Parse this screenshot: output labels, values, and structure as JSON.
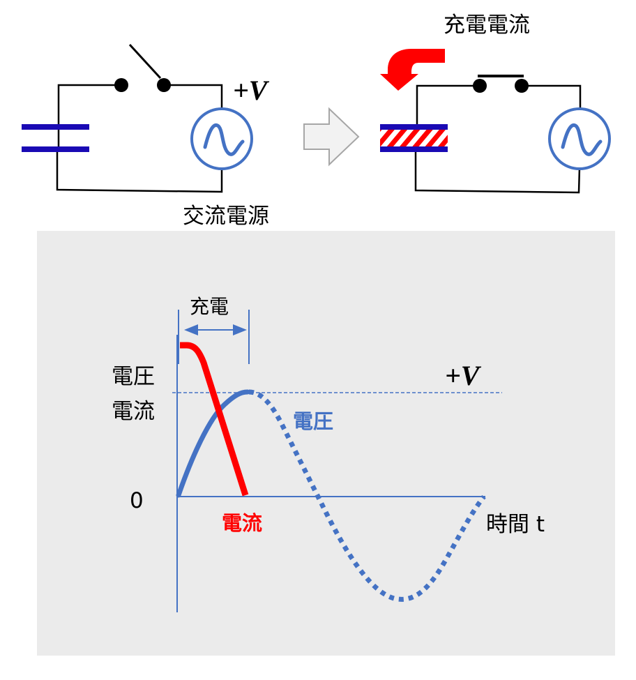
{
  "colors": {
    "wire": "#000000",
    "capacitor_plate": "#1a0ab4",
    "source_circle": "#4472c4",
    "charge_hatch": "#ff0000",
    "current_curve": "#ff0000",
    "voltage_curve": "#4472c4",
    "axis": "#4472c4",
    "panel_bg": "#ebebeb",
    "transition_arrow_fill": "#f2f2f2",
    "transition_arrow_stroke": "#a6a6a6"
  },
  "circuit_open": {
    "switch_state": "open",
    "voltage_label": "+V",
    "source_label": "交流電源"
  },
  "circuit_closed": {
    "switch_state": "closed",
    "current_label": "充電電流"
  },
  "graph": {
    "y_axis_label_line1": "電圧",
    "y_axis_label_line2": "電流",
    "zero_label": "0",
    "x_axis_label": "時間 t",
    "peak_label": "+V",
    "charge_span_label": "充電",
    "voltage_label": "電圧",
    "current_label": "電流"
  }
}
